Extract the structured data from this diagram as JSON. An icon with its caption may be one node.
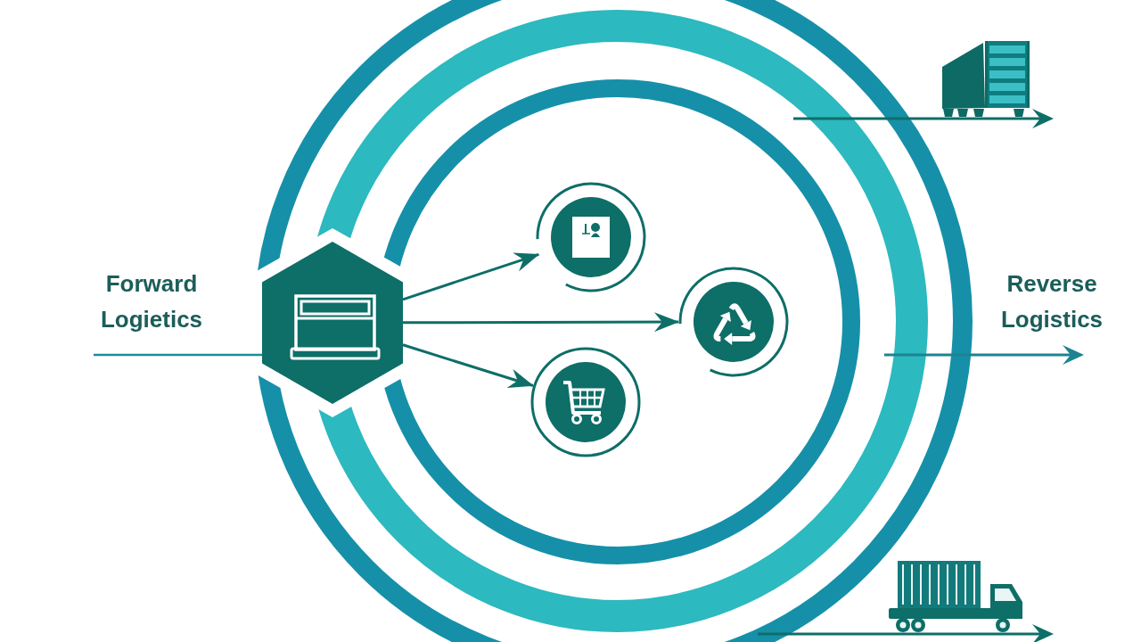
{
  "diagram": {
    "nodes": [
      {
        "text": [],
        "shape": "hexagon"
      },
      {
        "text": [],
        "shape": "circle"
      },
      {
        "text": [],
        "shape": "circle"
      },
      {
        "text": [],
        "shape": "circle"
      }
    ],
    "edges": [
      {
        "from": null,
        "to": 0,
        "arrow": "none",
        "color": "#1f8c9a"
      },
      {
        "from": 0,
        "to": 1,
        "arrow": "to"
      },
      {
        "from": 0,
        "to": 3,
        "arrow": "to"
      },
      {
        "from": 0,
        "to": 2,
        "arrow": "to"
      }
    ],
    "labels": [
      "Forward Logietics",
      "Reverse Logistics"
    ]
  }
}
